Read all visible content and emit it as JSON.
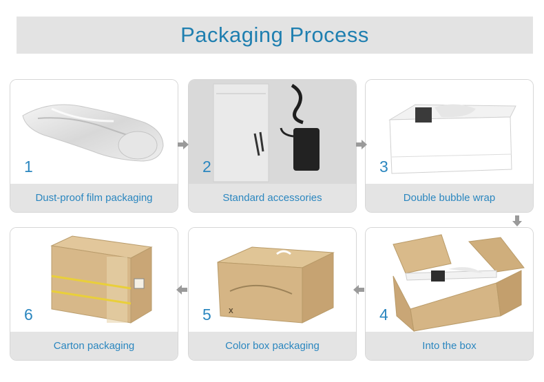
{
  "header": {
    "title": "Packaging Process"
  },
  "steps": [
    {
      "number": "1",
      "label": "Dust-proof film packaging",
      "icon": "film-wrapped-scooter-icon"
    },
    {
      "number": "2",
      "label": "Standard accessories",
      "icon": "accessories-bag-charger-icon"
    },
    {
      "number": "3",
      "label": "Double bubble wrap",
      "icon": "white-box-icon"
    },
    {
      "number": "4",
      "label": "Into the box",
      "icon": "open-carton-icon"
    },
    {
      "number": "5",
      "label": "Color box packaging",
      "icon": "color-box-icon"
    },
    {
      "number": "6",
      "label": "Carton packaging",
      "icon": "taped-carton-icon"
    }
  ],
  "colors": {
    "accent": "#2a86bf",
    "title": "#1f7fb0",
    "panel": "#e4e4e4",
    "arrow": "#9a9a9a"
  }
}
